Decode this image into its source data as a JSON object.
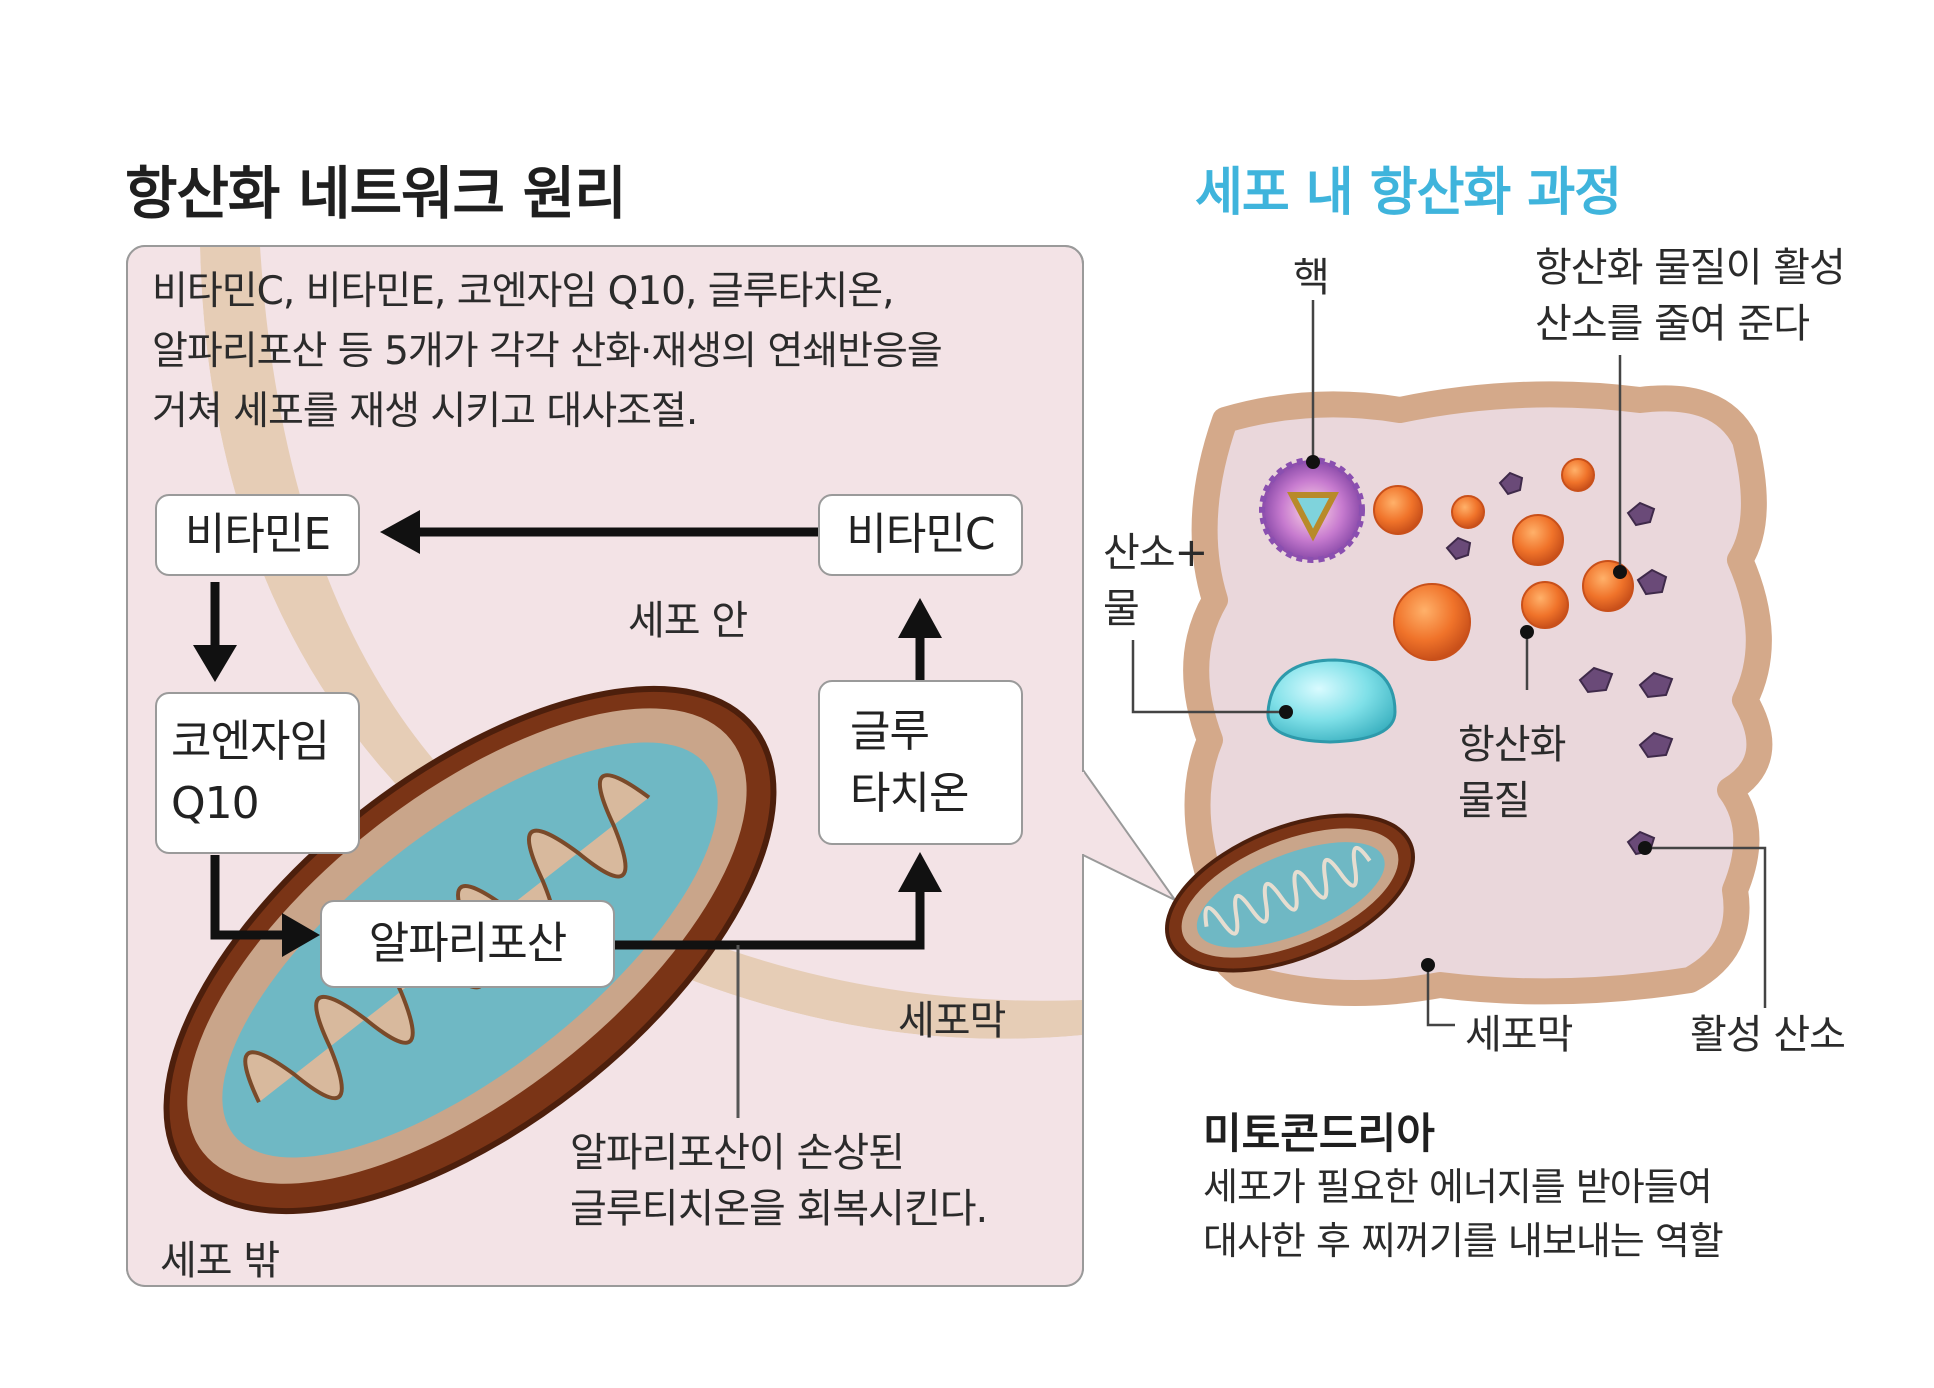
{
  "left_panel": {
    "title": "항산화 네트워크 원리",
    "description_lines": [
      "비타민C, 비타민E, 코엔자임 Q10, 글루타치온,",
      "알파리포산 등 5개가 각각 산화·재생의 연쇄반응을",
      "거쳐 세포를 재생 시키고 대사조절."
    ],
    "boxes": {
      "vitamin_e": "비타민E",
      "vitamin_c": "비타민C",
      "coenzyme_line1": "코엔자임",
      "coenzyme_line2": "Q10",
      "glutathione_line1": "글루",
      "glutathione_line2": "타치온",
      "alpha_lipoic": "알파리포산"
    },
    "labels": {
      "inside_cell": "세포 안",
      "outside_cell": "세포 밖",
      "membrane": "세포막"
    },
    "note_lines": [
      "알파리포산이 손상된",
      "글루티치온을 회복시킨다."
    ]
  },
  "right_panel": {
    "title": "세포 내 항산화 과정",
    "labels": {
      "nucleus": "핵",
      "antioxidant_action_line1": "항산화 물질이 활성",
      "antioxidant_action_line2": "산소를 줄여 준다",
      "oxygen_water_line1": "산소+",
      "oxygen_water_line2": "물",
      "antioxidant_line1": "항산화",
      "antioxidant_line2": "물질",
      "membrane": "세포막",
      "active_oxygen": "활성 산소"
    },
    "mitochondria": {
      "title": "미토콘드리아",
      "desc_lines": [
        "세포가 필요한 에너지를 받아들여",
        "대사한 후 찌꺼기를 내보내는 역할"
      ]
    }
  },
  "colors": {
    "panel_bg": "#f3e3e6",
    "membrane_band": "#e6cdb6",
    "title_accent": "#3fb4dc",
    "mito_outer": "#7a3416",
    "mito_inner": "#6fb8c4",
    "antioxidant": "#f07a2a",
    "cell_body": "#ead7db"
  }
}
